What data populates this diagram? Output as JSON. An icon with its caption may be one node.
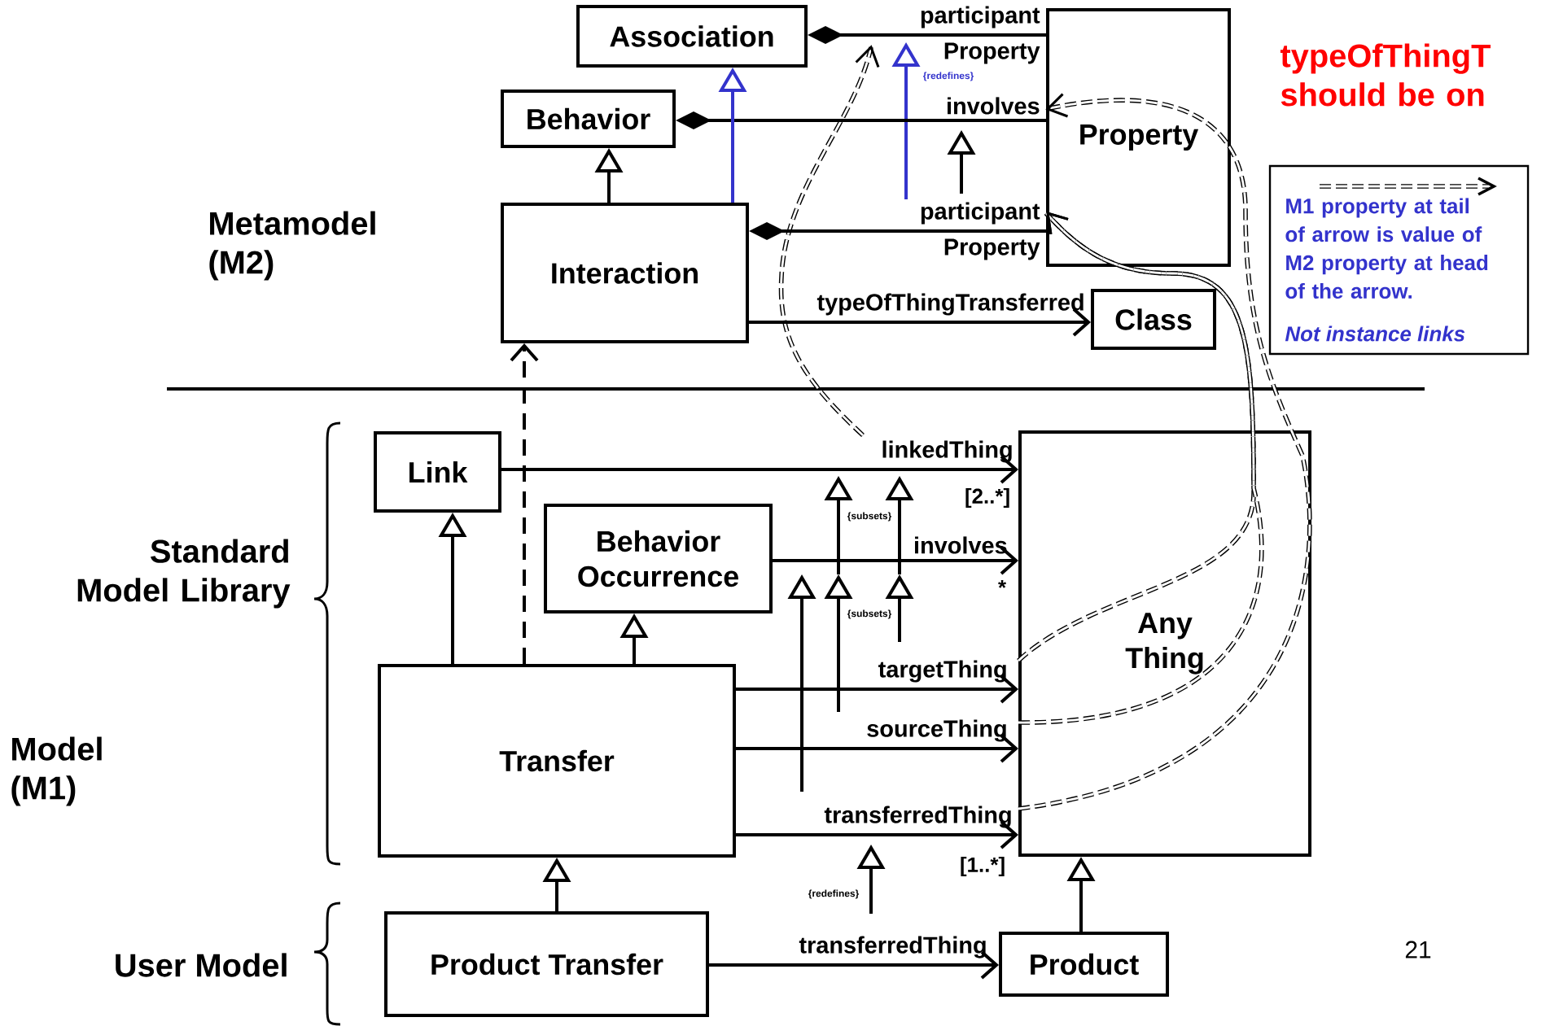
{
  "diagram": {
    "nodes": [
      {
        "text": [
          "Association"
        ]
      },
      {
        "text": [
          "Behavior"
        ]
      },
      {
        "text": [
          "Property"
        ]
      },
      {
        "text": [
          "Interaction"
        ]
      },
      {
        "text": [
          "Class"
        ]
      },
      {
        "text": [
          "Link"
        ]
      },
      {
        "text": [
          "Behavior Occurrence"
        ]
      },
      {
        "text": [
          "Any Thing"
        ]
      },
      {
        "text": [
          "Transfer"
        ]
      },
      {
        "text": [
          "Product Transfer"
        ]
      },
      {
        "text": [
          "Product"
        ]
      }
    ],
    "edges": [
      {
        "from": 0,
        "to": 2,
        "arrow": "other",
        "label": "participant Property"
      },
      {
        "from": 1,
        "to": 2,
        "arrow": "other",
        "label": "involves"
      },
      {
        "from": 3,
        "to": 2,
        "arrow": "other",
        "label": "participant Property"
      },
      {
        "from": 3,
        "to": 4,
        "arrow": "to",
        "label": "typeOfThingTransferred"
      },
      {
        "from": 3,
        "to": 1,
        "arrow": "to"
      },
      {
        "from": 3,
        "to": 0,
        "arrow": "to",
        "color": "#3333cc"
      },
      {
        "from": 5,
        "to": 7,
        "arrow": "to",
        "label": "linkedThing"
      },
      {
        "from": 6,
        "to": 7,
        "arrow": "to",
        "label": "involves"
      },
      {
        "from": 8,
        "to": 7,
        "arrow": "to",
        "label": "targetThing"
      },
      {
        "from": 8,
        "to": 7,
        "arrow": "to",
        "label": "sourceThing"
      },
      {
        "from": 8,
        "to": 7,
        "arrow": "to",
        "label": "transferredThing"
      },
      {
        "from": 8,
        "to": 5,
        "arrow": "to"
      },
      {
        "from": 8,
        "to": 3,
        "arrow": "to",
        "style": "dashed"
      },
      {
        "from": 8,
        "to": 6,
        "arrow": "to"
      },
      {
        "from": 9,
        "to": 8,
        "arrow": "to"
      },
      {
        "from": 9,
        "to": 10,
        "arrow": "to",
        "label": "transferredThing"
      },
      {
        "from": 10,
        "to": 7,
        "arrow": "to"
      },
      {
        "from": 7,
        "to": 2,
        "arrow": "to",
        "style": "dashed"
      },
      {
        "from": 7,
        "to": 2,
        "arrow": "to",
        "style": "dashed"
      },
      {
        "from": 7,
        "to": 2,
        "arrow": "to",
        "style": "dashed"
      }
    ],
    "labels": [
      "typeOfThingT should be on",
      "{redefines}",
      "Metamodel (M2)",
      "*Not instance links*",
      "[2..*]",
      "{subsets}",
      "Standard Model Library",
      "*",
      "{subsets}",
      "Model (M1)",
      "[1..*]",
      "{redefines}",
      "21",
      "User Model"
    ],
    "legend": [
      {
        "text": "M1 property at tail of arrow is value of M2 property at head of the arrow."
      }
    ]
  }
}
